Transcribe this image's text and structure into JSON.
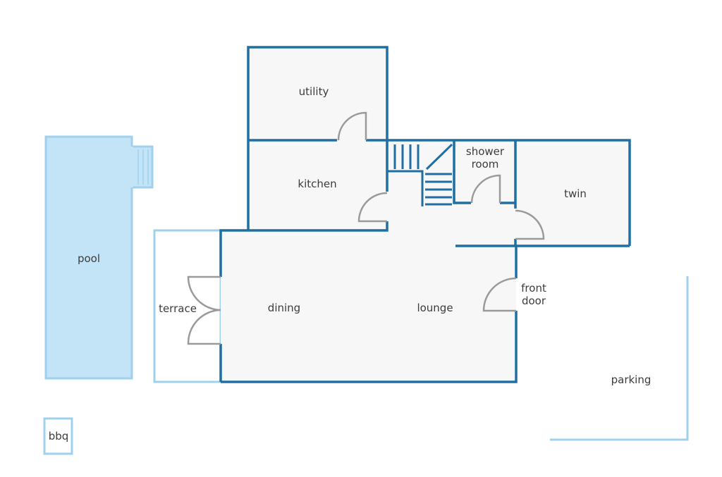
{
  "colors": {
    "wall": "#1f6fa5",
    "outdoor": "#9fd0ee",
    "pool_fill": "#c3e3f7",
    "room_fill": "#f7f7f7",
    "door": "#9a9a9a"
  },
  "rooms": {
    "utility": "utility",
    "kitchen": "kitchen",
    "shower_room": "shower room",
    "twin": "twin",
    "dining": "dining",
    "lounge": "lounge",
    "front_door": "front door",
    "terrace": "terrace",
    "pool": "pool",
    "bbq": "bbq",
    "parking": "parking"
  }
}
